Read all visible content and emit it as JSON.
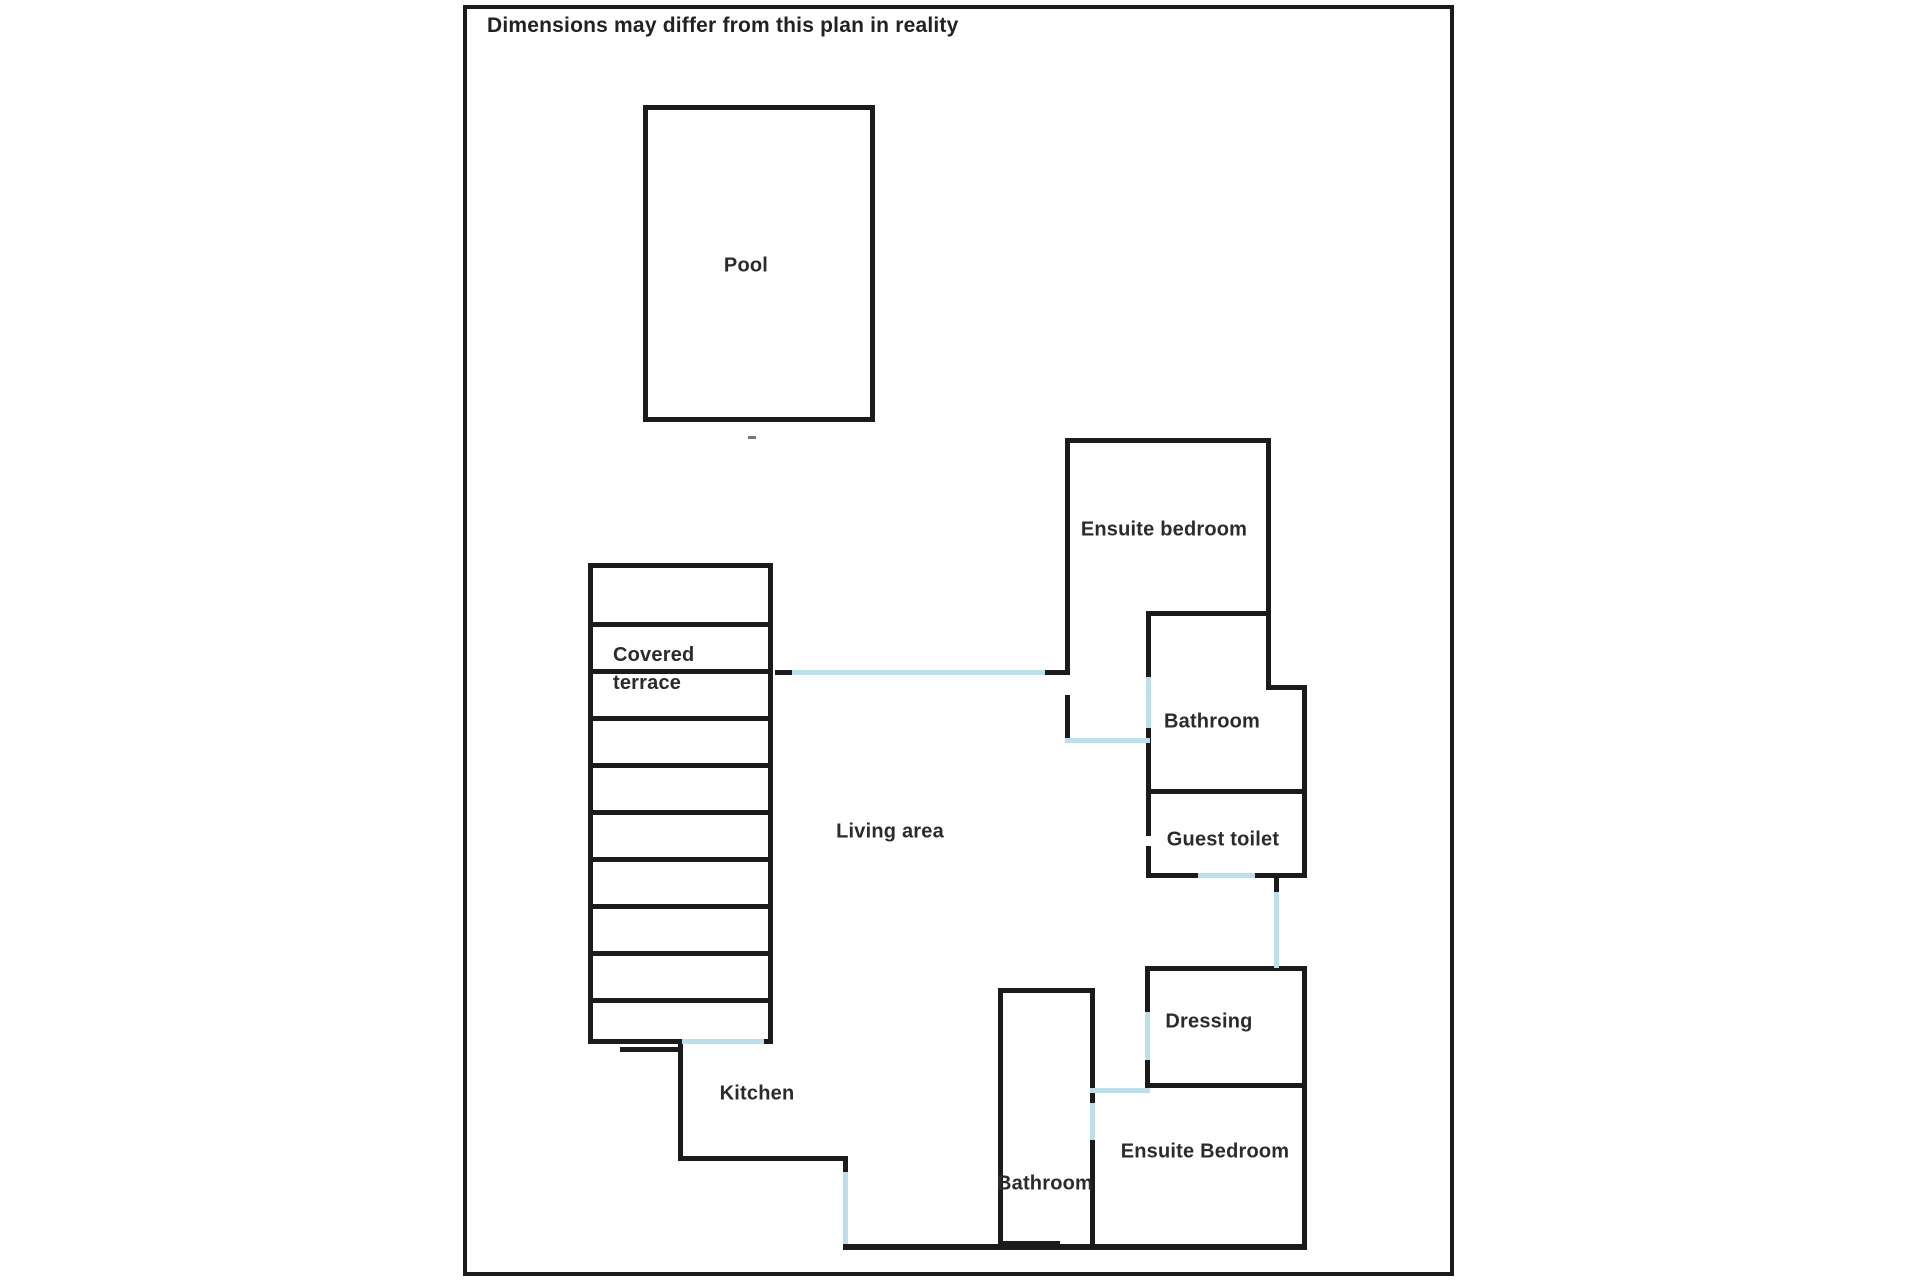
{
  "disclaimer": "Dimensions may differ from this plan in reality",
  "rooms": {
    "pool": {
      "label": "Pool"
    },
    "covered_terrace": {
      "line1": "Covered",
      "line2": "terrace"
    },
    "living_area": {
      "label": "Living area"
    },
    "ensuite_bedroom_top": {
      "label": "Ensuite bedroom"
    },
    "bathroom_right": {
      "label": "Bathroom"
    },
    "guest_toilet": {
      "label": "Guest toilet"
    },
    "dressing": {
      "label": "Dressing"
    },
    "kitchen": {
      "label": "Kitchen"
    },
    "bathroom_bottom": {
      "label": "Bathroom"
    },
    "ensuite_bedroom_bottom": {
      "label": "Ensuite Bedroom"
    }
  },
  "colors": {
    "wall": "#1b1b1b",
    "opening": "#bcdfe9",
    "text": "#2b2b2b",
    "background": "#fefefe"
  }
}
